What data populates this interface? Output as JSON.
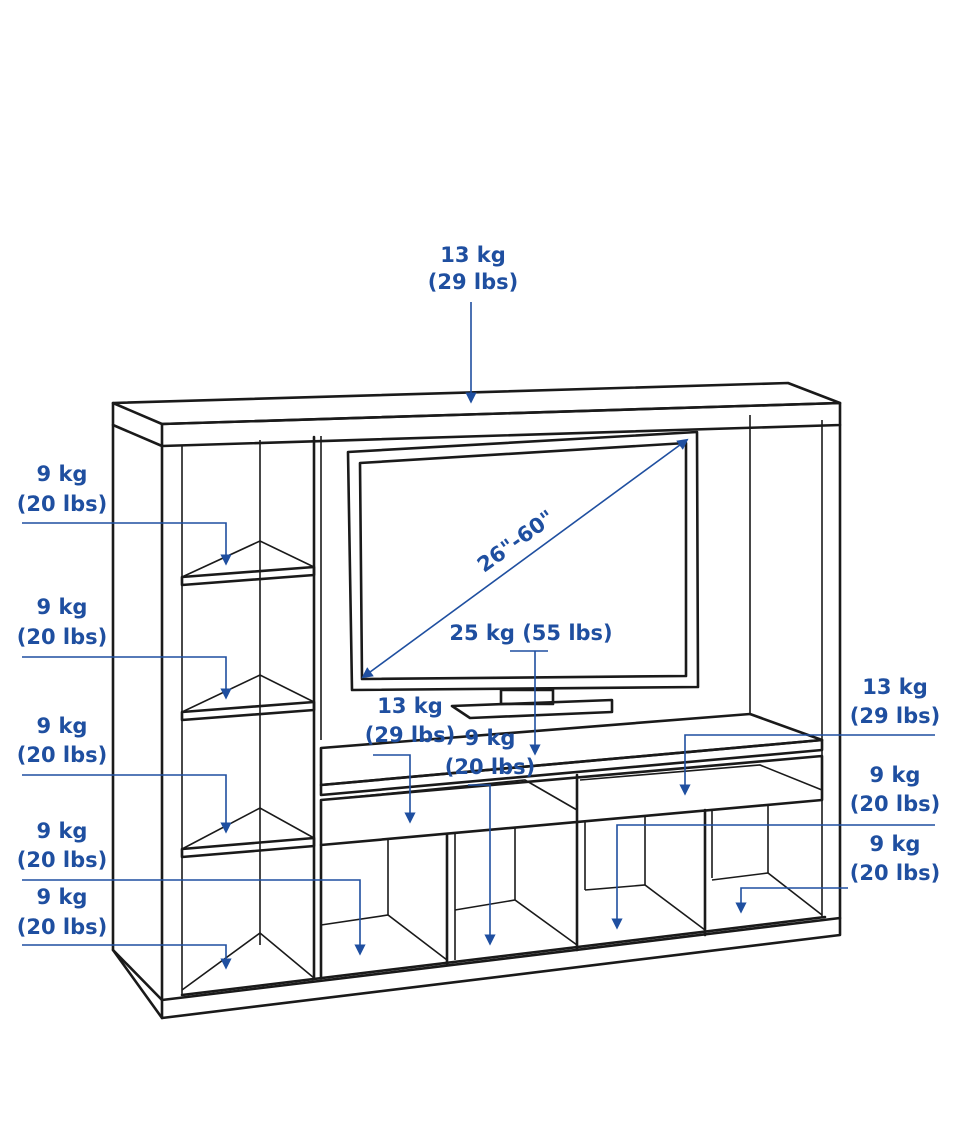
{
  "accent_color": "#1f4fa0",
  "line_color": "#1a1a1a",
  "tv_size": "26\"-60\"",
  "labels": {
    "top": [
      "13 kg",
      "(29 lbs)"
    ],
    "tv": [
      "25 kg (55 lbs)"
    ],
    "left_shelf_1": [
      "9 kg",
      "(20 lbs)"
    ],
    "left_shelf_2": [
      "9 kg",
      "(20 lbs)"
    ],
    "left_shelf_3": [
      "9 kg",
      "(20 lbs)"
    ],
    "bottom_1": [
      "9 kg",
      "(20 lbs)"
    ],
    "bottom_left": [
      "9 kg",
      "(20 lbs)"
    ],
    "tv_shelf_left": [
      "13 kg",
      "(29 lbs)"
    ],
    "bottom_3": [
      "9 kg",
      "(20 lbs)"
    ],
    "tv_shelf_right": [
      "13 kg",
      "(29 lbs)"
    ],
    "bottom_4": [
      "9 kg",
      "(20 lbs)"
    ],
    "bottom_5": [
      "9 kg",
      "(20 lbs)"
    ]
  }
}
